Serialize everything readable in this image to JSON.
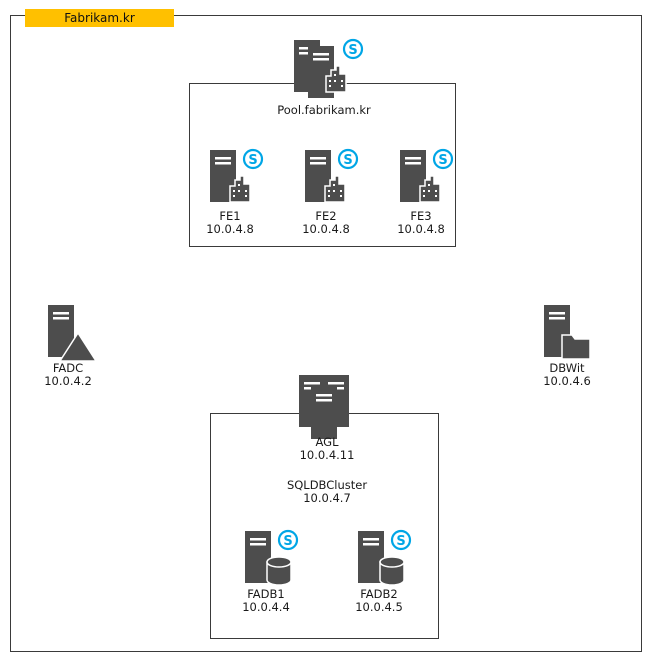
{
  "title": "Fabrikam.kr",
  "pool": {
    "name": "Pool.fabrikam.kr",
    "servers": [
      {
        "name": "FE1",
        "ip": "10.0.4.8"
      },
      {
        "name": "FE2",
        "ip": "10.0.4.8"
      },
      {
        "name": "FE3",
        "ip": "10.0.4.8"
      }
    ]
  },
  "fadc": {
    "name": "FADC",
    "ip": "10.0.4.2"
  },
  "dbwit": {
    "name": "DBWit",
    "ip": "10.0.4.6"
  },
  "agl": {
    "name": "AGL",
    "ip": "10.0.4.11"
  },
  "cluster": {
    "name": "SQLDBCluster",
    "ip": "10.0.4.7",
    "servers": [
      {
        "name": "FADB1",
        "ip": "10.0.4.4"
      },
      {
        "name": "FADB2",
        "ip": "10.0.4.5"
      }
    ]
  },
  "colors": {
    "accent": "#ffc000",
    "icon": "#4d4d4d",
    "skype": "#00a6e6"
  },
  "icons": [
    "server-icon",
    "skype-icon",
    "building-icon",
    "database-icon",
    "triangle-icon",
    "folder-icon"
  ]
}
